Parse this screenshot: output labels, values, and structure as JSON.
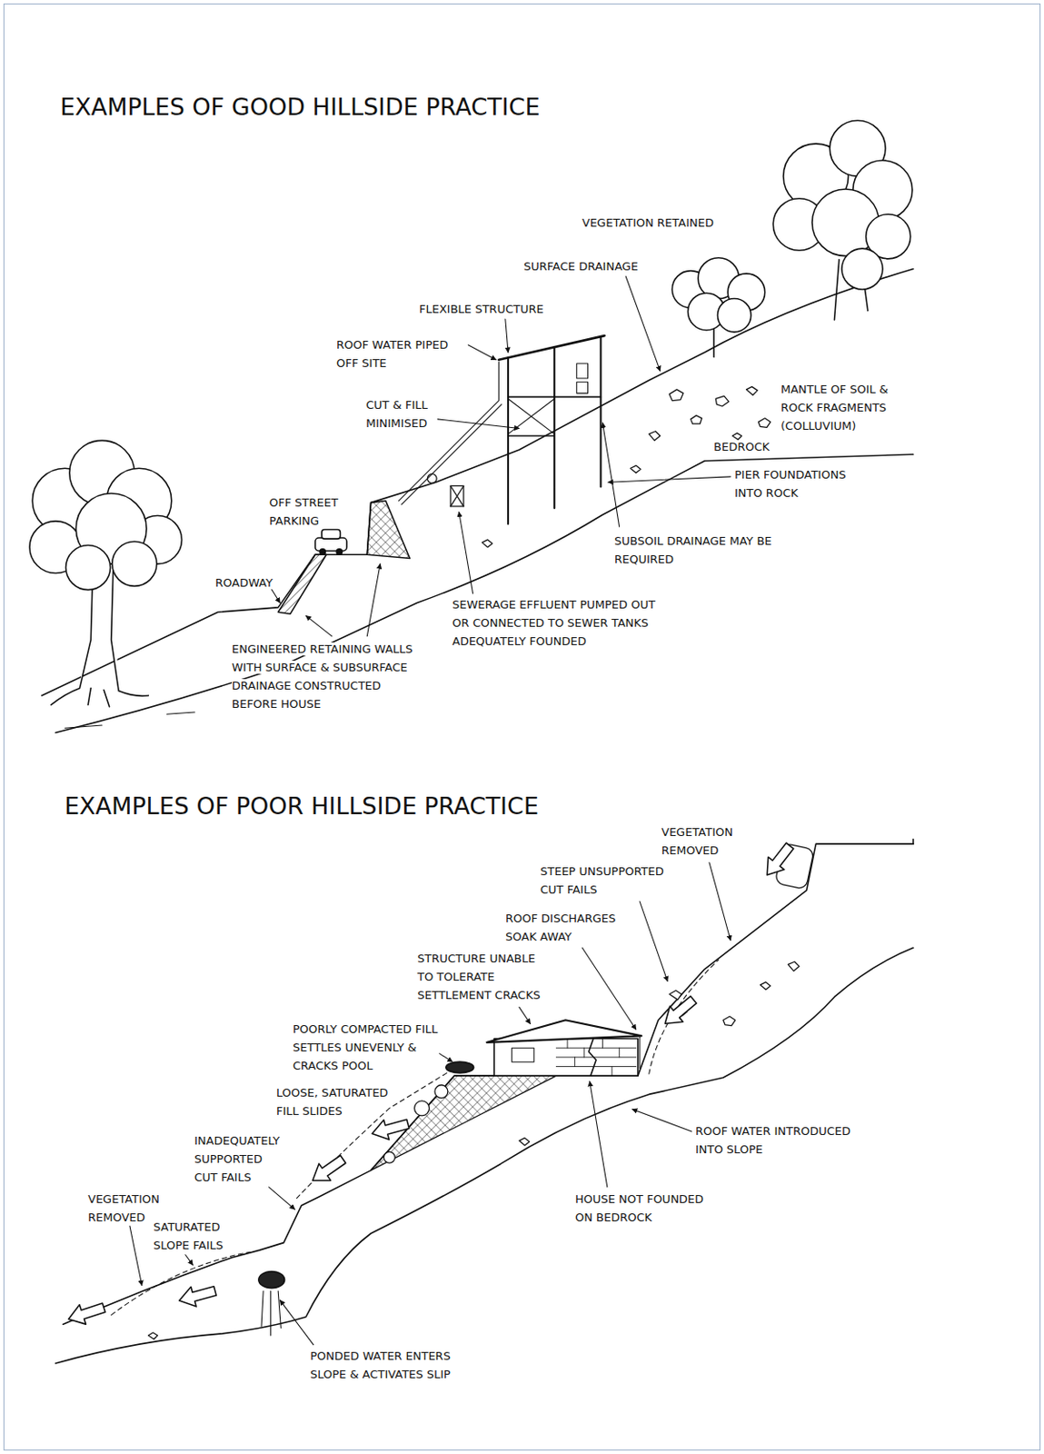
{
  "diagram": {
    "labels": [
      "EXAMPLES OF GOOD HILLSIDE PRACTICE",
      "VEGETATION RETAINED",
      "SURFACE DRAINAGE",
      "FLEXIBLE STRUCTURE",
      "ROOF WATER PIPED OFF SITE",
      "CUT & FILL MINIMISED",
      "MANTLE OF SOIL & ROCK FRAGMENTS (COLLUVIUM)",
      "BEDROCK",
      "PIER FOUNDATIONS INTO ROCK",
      "OFF STREET PARKING",
      "SUBSOIL DRAINAGE MAY BE REQUIRED",
      "ROADWAY",
      "SEWERAGE EFFLUENT PUMPED OUT OR CONNECTED TO SEWER TANKS ADEQUATELY FOUNDED",
      "ENGINEERED RETAINING WALLS WITH SURFACE & SUBSURFACE DRAINAGE CONSTRUCTED BEFORE HOUSE",
      "EXAMPLES OF POOR HILLSIDE PRACTICE",
      "VEGETATION REMOVED",
      "STEEP UNSUPPORTED CUT FAILS",
      "ROOF DISCHARGES SOAK AWAY",
      "STRUCTURE UNABLE TO TOLERATE SETTLEMENT CRACKS",
      "POORLY COMPACTED FILL SETTLES UNEVENLY & CRACKS POOL",
      "LOOSE, SATURATED FILL SLIDES",
      "ROOF WATER INTRODUCED INTO SLOPE",
      "INADEQUATELY SUPPORTED CUT FAILS",
      "HOUSE NOT FOUNDED ON BEDROCK",
      "VEGETATION REMOVED",
      "SATURATED SLOPE FAILS",
      "PONDED WATER ENTERS SLOPE & ACTIVATES SLIP"
    ]
  }
}
